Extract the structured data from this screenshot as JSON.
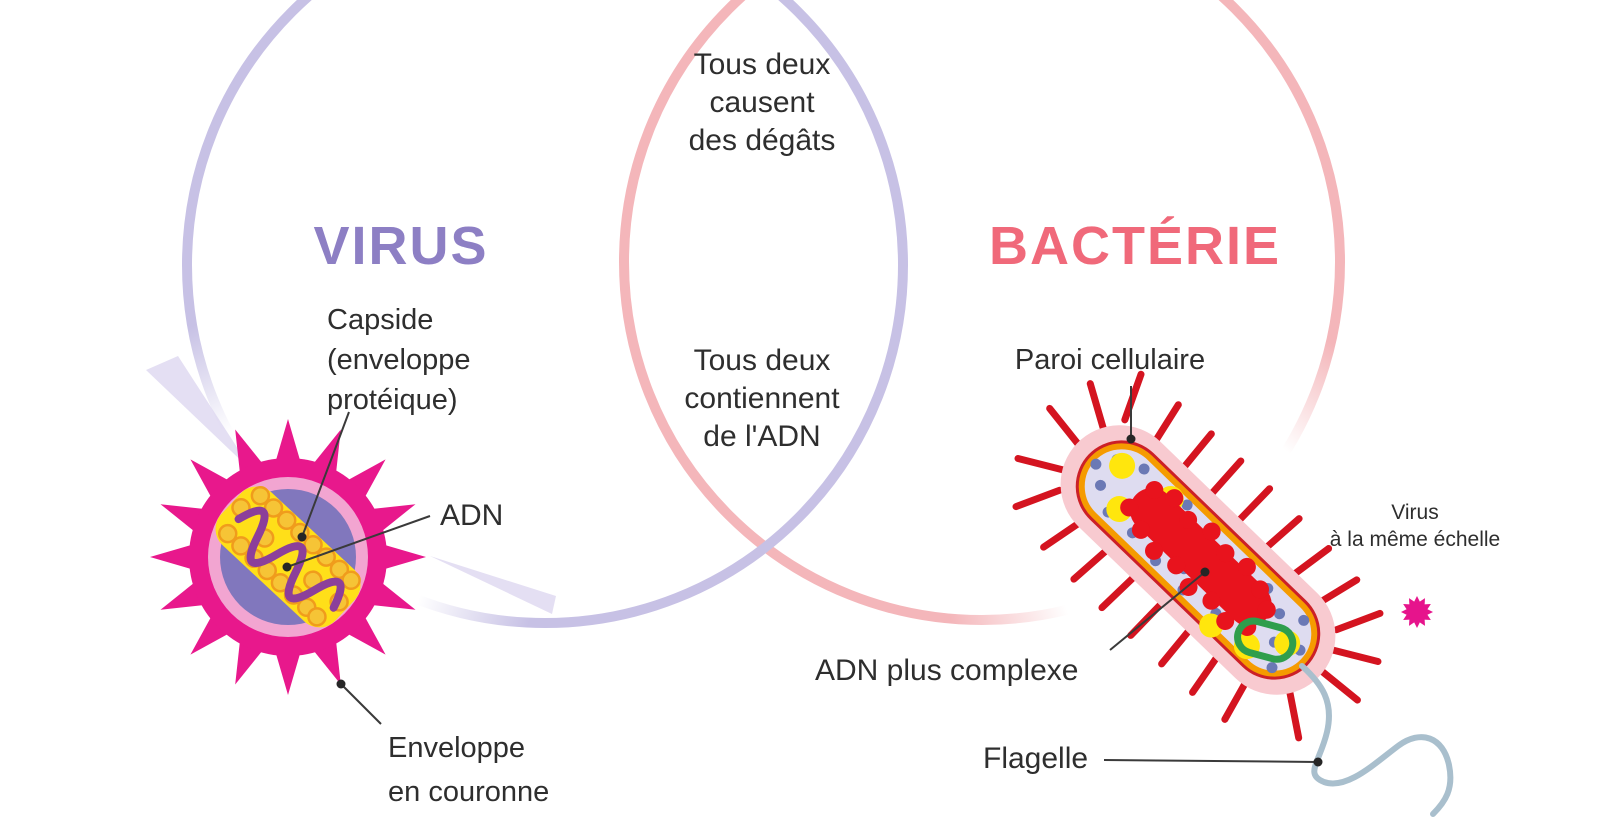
{
  "diagram": {
    "kind": "venn-comparison",
    "left": {
      "title": "VIRUS",
      "labels": {
        "capside": "Capside\n(enveloppe\nprotéique)",
        "adn": "ADN",
        "enveloppe": "Enveloppe\nen couronne"
      }
    },
    "right": {
      "title": "BACTÉRIE",
      "labels": {
        "paroi": "Paroi cellulaire",
        "adn_complexe": "ADN plus complexe",
        "flagelle": "Flagelle",
        "echelle": "Virus\nà la même échelle"
      }
    },
    "intersection": {
      "top": "Tous deux\ncausent\ndes dégâts",
      "bottom": "Tous deux\ncontiennent\nde l'ADN"
    }
  },
  "colors": {
    "background": "#ffffff",
    "venn_virus_stroke": "#c7c1e5",
    "venn_bacteria_stroke": "#f4b6ba",
    "virus_title": "#8d7fc4",
    "bacteria_title": "#f0697a",
    "label_text": "#2e2e2e",
    "leader_line": "#3a3a3a",
    "leader_dot": "#262626",
    "ray": "#ddd7f0",
    "virus_spike": "#e8188c",
    "virus_ring": "#f2a5d1",
    "virus_core": "#8177bd",
    "virus_dna_band": "#ffdf19",
    "virus_capsomere_fill": "#f6c436",
    "virus_capsomere_stroke": "#f09c1c",
    "virus_dna_wave": "#8c3f9a",
    "bacteria_capsule": "#f8cad0",
    "bacteria_membrane_red": "#cc2027",
    "bacteria_membrane_orange": "#f59b00",
    "bacteria_cytoplasm": "#dedcf0",
    "bacteria_ribosome": "#6b79b5",
    "bacteria_granule": "#ffe60d",
    "bacteria_dna": "#e8131d",
    "bacteria_plasmid": "#2f9e4c",
    "bacteria_pili": "#d41420",
    "bacteria_flagellum": "#a9bfcd",
    "scale_virus": "#e6148c"
  }
}
